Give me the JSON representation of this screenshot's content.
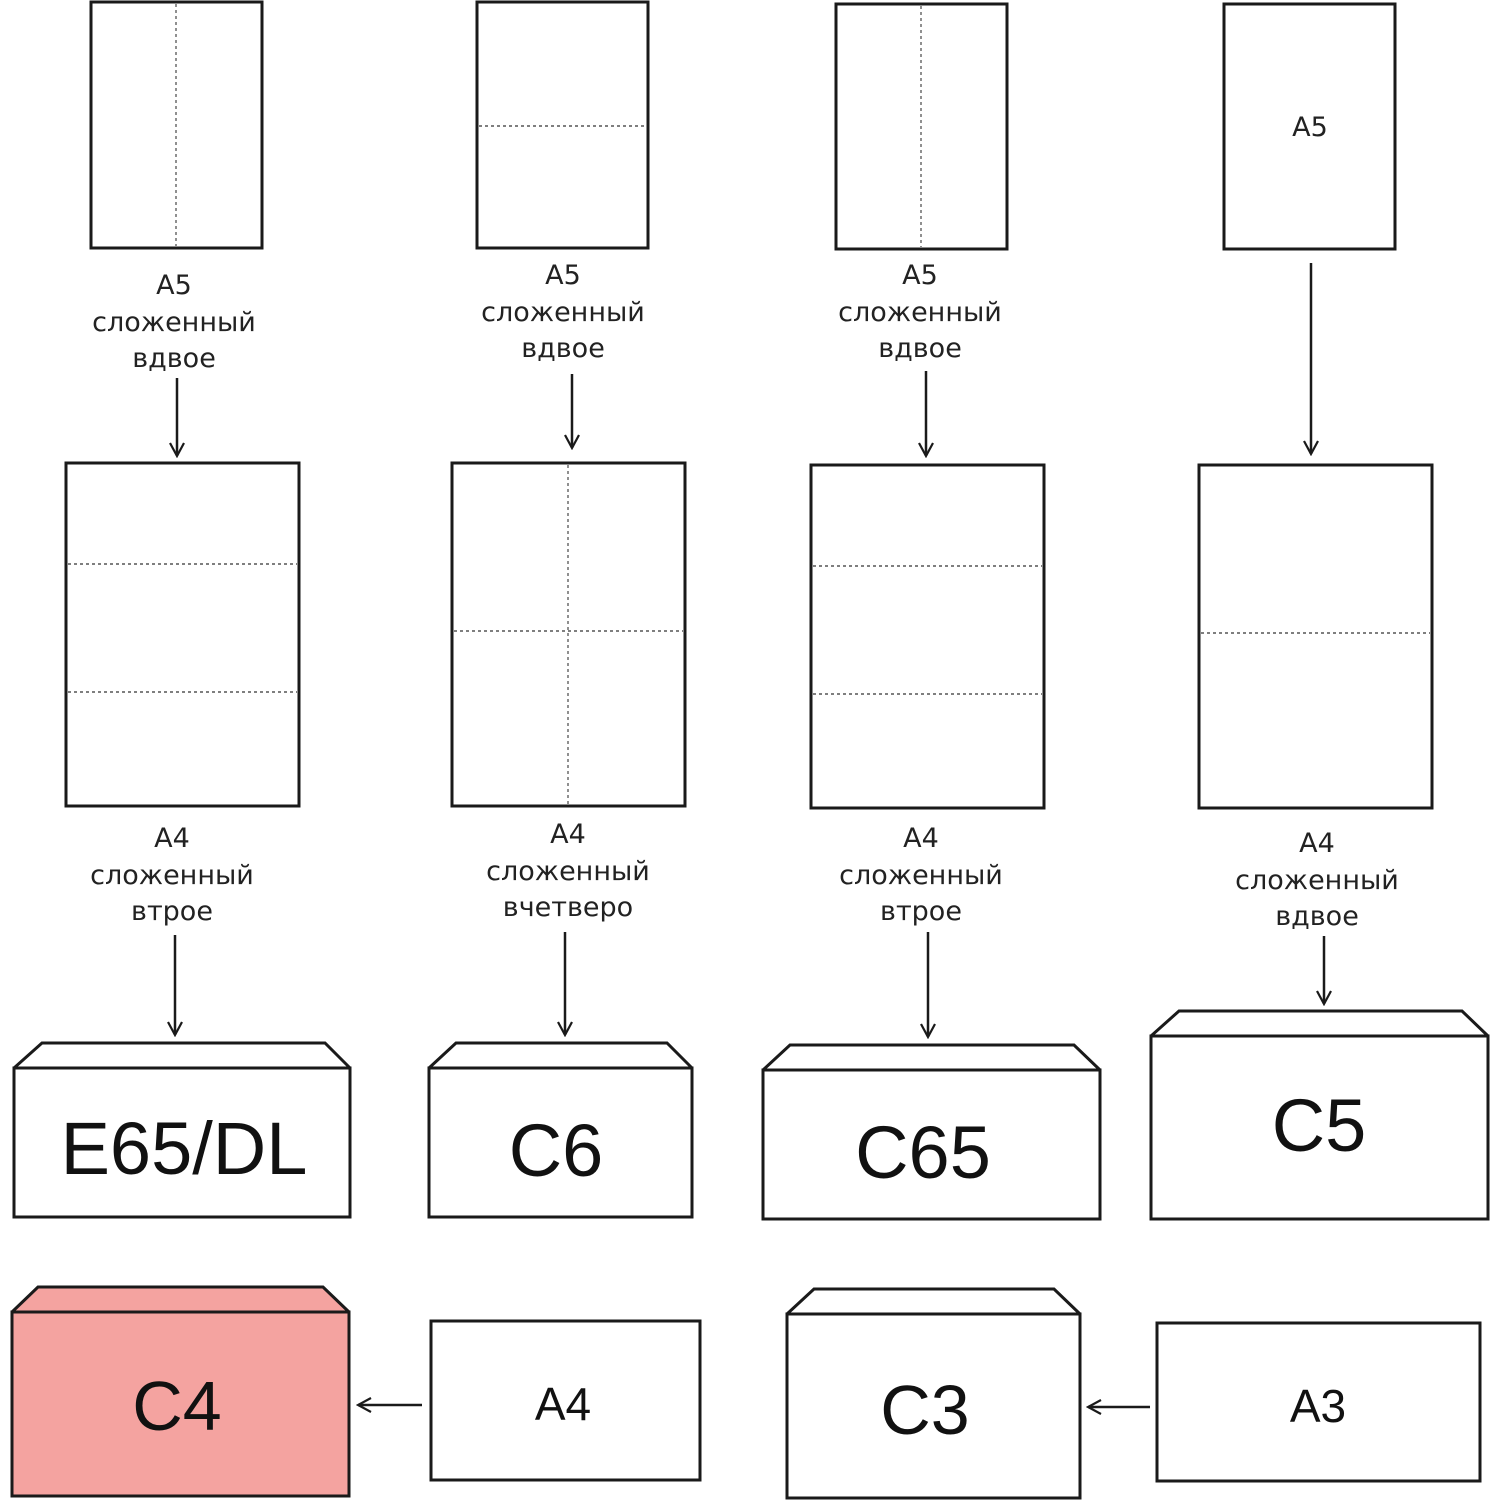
{
  "colors": {
    "stroke": "#1a1a1a",
    "fold": "#555555",
    "highlight": "#f4a3a0"
  },
  "sheet_a5_label": "A5",
  "columns": [
    {
      "top_caption": [
        "A5",
        "сложенный",
        "вдвое"
      ],
      "middle_caption": [
        "A4",
        "сложенный",
        "втрое"
      ],
      "envelope": "E65/DL"
    },
    {
      "top_caption": [
        "A5",
        "сложенный",
        "вдвое"
      ],
      "middle_caption": [
        "A4",
        "сложенный",
        "вчетверо"
      ],
      "envelope": "C6"
    },
    {
      "top_caption": [
        "A5",
        "сложенный",
        "вдвое"
      ],
      "middle_caption": [
        "A4",
        "сложенный",
        "втрое"
      ],
      "envelope": "C65"
    },
    {
      "top_caption": [],
      "middle_caption": [
        "A4",
        "сложенный",
        "вдвое"
      ],
      "envelope": "C5"
    }
  ],
  "bottom_row": [
    {
      "envelope": "C4",
      "sheet": "A4",
      "highlighted": true
    },
    {
      "envelope": "C3",
      "sheet": "A3",
      "highlighted": false
    }
  ]
}
